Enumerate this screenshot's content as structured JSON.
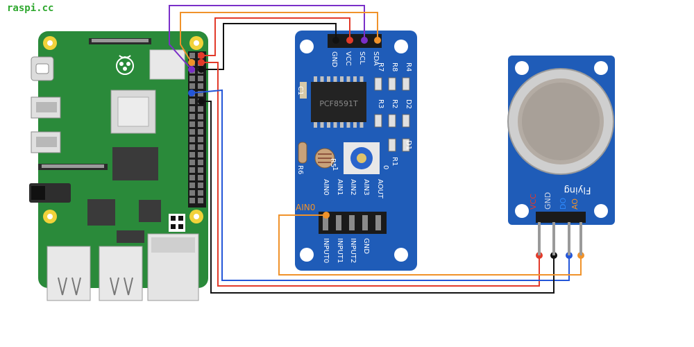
{
  "watermark": "raspi.cc",
  "colors": {
    "board_green": "#2a8a3a",
    "module_blue": "#1f5cb8",
    "wire_purple": "#7a2fc8",
    "wire_orange": "#f0922a",
    "wire_red": "#e23a2a",
    "wire_black": "#111111",
    "wire_blue": "#2456d8",
    "wire_brown": "#b07a3a"
  },
  "pcf_module": {
    "header_pins": [
      "GND",
      "VCC",
      "SCL",
      "SDA"
    ],
    "chip_label": "PCF8591T",
    "resistor_labels": [
      "R4",
      "R8",
      "R7",
      "R3",
      "R2",
      "D2",
      "R1",
      "D1",
      "C1",
      "R5",
      "R6",
      "1",
      "0"
    ],
    "analog_labels": [
      "AIN0",
      "AIN1",
      "AIN2",
      "AIN3",
      "AOUT"
    ],
    "input_labels": [
      "INPUT0",
      "INPUT1",
      "INPUT2",
      "GND"
    ],
    "ain0_callout": "AIN0"
  },
  "gas_sensor": {
    "brand": "Flying",
    "pin_labels": [
      "VCC",
      "GND",
      "DO",
      "AO"
    ]
  }
}
